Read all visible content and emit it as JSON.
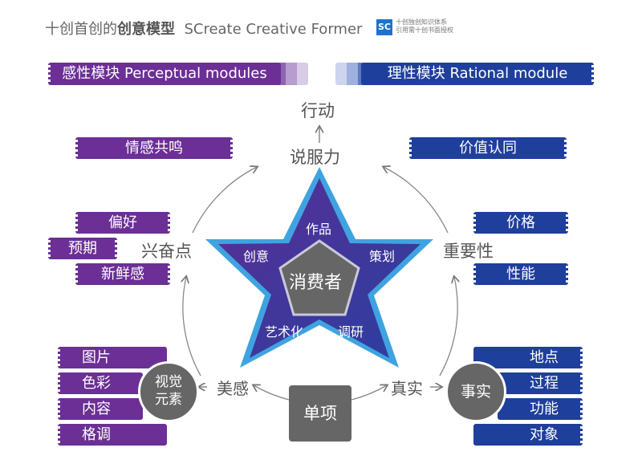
{
  "header": {
    "title_a": "十创首创的",
    "title_b": "创意模型",
    "title_c": "SCreate Creative Former",
    "logo_mark": "SC",
    "logo_line1": "十创独创知识体系",
    "logo_line2": "引用需十创书面授权"
  },
  "banners": {
    "left": "感性模块 Perceptual modules",
    "right": "理性模块 Rational module"
  },
  "top": {
    "action": "行动",
    "persuasion": "说服力"
  },
  "left_side": {
    "emotion_tag": "情感共鸣",
    "excitement": "兴奋点",
    "excitement_tags": [
      "偏好",
      "预期",
      "新鲜感"
    ],
    "aesthetic": "美感",
    "visual_circle": [
      "视觉",
      "元素"
    ],
    "visual_tags": [
      "图片",
      "色彩",
      "内容",
      "格调"
    ]
  },
  "right_side": {
    "value_tag": "价值认同",
    "importance": "重要性",
    "importance_tags": [
      "价格",
      "性能"
    ],
    "truth": "真实",
    "fact_circle": "事实",
    "fact_tags": [
      "地点",
      "过程",
      "功能",
      "对象"
    ]
  },
  "center": {
    "single": "单项",
    "consumer": "消费者",
    "star_points": [
      "作品",
      "策划",
      "调研",
      "艺术化",
      "创意"
    ]
  },
  "colors": {
    "purple": "#6b2f95",
    "blue": "#1f3f9c",
    "star_outer": "#3fa3e0",
    "gray": "#666666"
  }
}
